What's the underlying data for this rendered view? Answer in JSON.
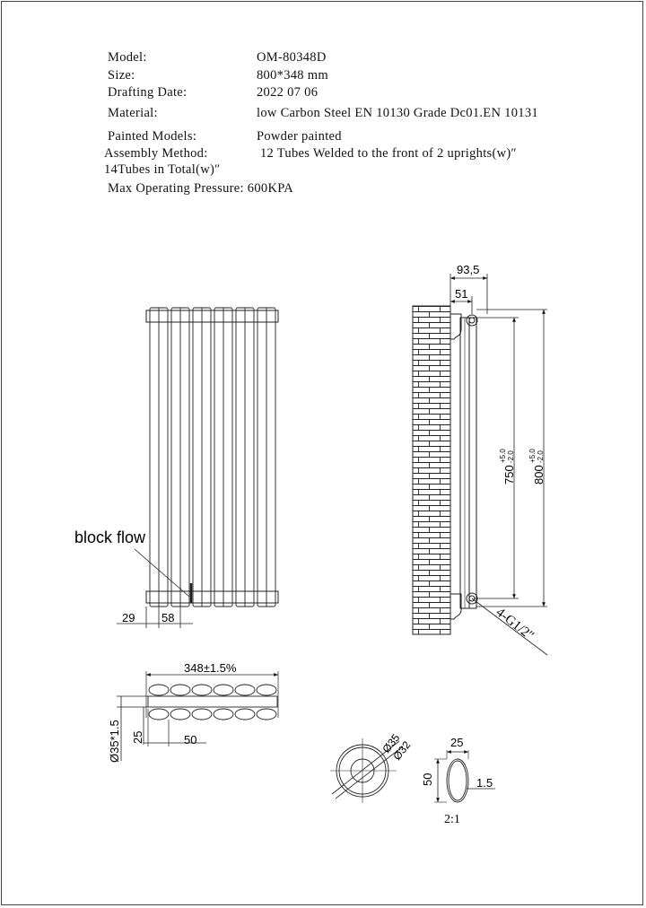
{
  "specs": {
    "model_label": "Model:",
    "model_value": "OM-80348D",
    "size_label": "Size:",
    "size_value": "800*348 mm",
    "date_label": "Drafting Date:",
    "date_value": "2022 07 06",
    "material_label": "Material:",
    "material_value": "low Carbon Steel  EN 10130 Grade Dc01.EN 10131",
    "painted_label": "Painted Models:",
    "painted_value": "Powder painted",
    "assembly_label": "Assembly Method:",
    "assembly_value": "12 Tubes Welded to the front of 2 uprights(w)″",
    "tubes_total": "14Tubes in Total(w)″",
    "pressure": "Max Operating Pressure: 600KPA"
  },
  "front_view": {
    "block_flow_label": "block flow",
    "dim_left": "29",
    "dim_spacing": "58"
  },
  "side_view": {
    "dim_depth": "93,5",
    "dim_offset": "51",
    "dim_centers": "750",
    "dim_centers_tol_plus": "+5.0",
    "dim_centers_tol_minus": "-2.0",
    "dim_height": "800",
    "dim_height_tol_plus": "+5.0",
    "dim_height_tol_minus": "-2.0",
    "connection_label": "4-G1/2″"
  },
  "top_view": {
    "dim_width": "348±1.5%",
    "dim_tube": "Ø35*1.5",
    "dim_25": "25",
    "dim_50": "50"
  },
  "detail": {
    "dia_outer": "Ø35",
    "dia_inner": "Ø32",
    "oval_width": "25",
    "oval_height": "50",
    "oval_wall": "1.5",
    "scale": "2:1"
  }
}
